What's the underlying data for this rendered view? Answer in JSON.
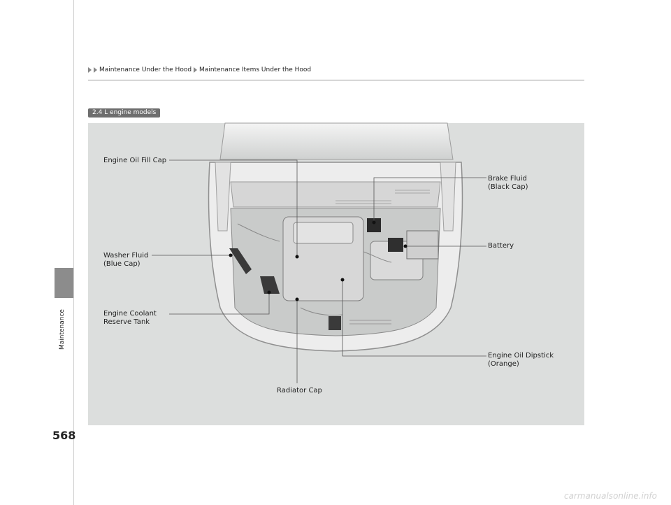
{
  "breadcrumb": [
    "Maintenance Under the Hood",
    "Maintenance Items Under the Hood"
  ],
  "section_label": "Maintenance",
  "page_number": "568",
  "model_badge": "2.4 L engine models",
  "callouts": {
    "oil_fill_cap": "Engine Oil Fill Cap",
    "brake_fluid": "Brake Fluid\n(Black Cap)",
    "battery": "Battery",
    "washer_fluid": "Washer Fluid\n(Blue Cap)",
    "coolant_tank": "Engine Coolant\nReserve Tank",
    "oil_dipstick": "Engine Oil Dipstick\n(Orange)",
    "radiator_cap": "Radiator Cap"
  },
  "footer": "carmanualsonline.info"
}
